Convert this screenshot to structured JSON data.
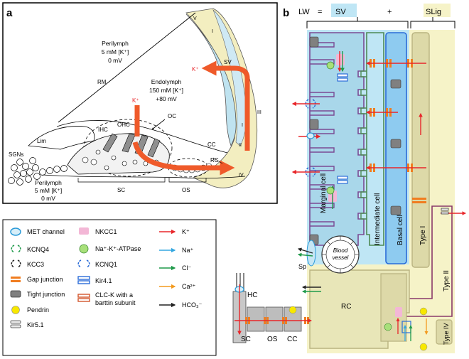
{
  "panel_a": {
    "label": "a",
    "regions": {
      "perilymph_top": [
        "Perilymph",
        "5 mM [K⁺]",
        "0 mV"
      ],
      "endolymph": [
        "Endolymph",
        "150 mM [K⁺]",
        "+80 mV"
      ],
      "perilymph_bottom": [
        "Perilymph",
        "5 mM [K⁺]",
        "0 mV"
      ]
    },
    "labels": {
      "rm": "RM",
      "sv": "SV",
      "lim": "Lim",
      "sgns": "SGNs",
      "ihc": "IHC",
      "ohc": "OHC",
      "oc": "OC",
      "cc": "CC",
      "rc": "RC",
      "sc": "SC",
      "os": "OS",
      "k_plus": "K⁺"
    },
    "roman": [
      "V",
      "I",
      "III",
      "I",
      "II",
      "IV"
    ]
  },
  "panel_b": {
    "label": "b",
    "equation": {
      "lw": "LW",
      "eq": "=",
      "sv": "SV",
      "plus": "+",
      "slig": "SLig"
    },
    "cells": {
      "marginal": "Marginal cell",
      "intermediate": "Intermediate cell",
      "basal": "Basal cell",
      "type1": "Type I",
      "type2": "Type II",
      "type4": "Type IV",
      "vessel": [
        "Blood",
        "vessel"
      ],
      "sp": "Sp",
      "rc": "RC",
      "hc": "HC",
      "sc": "SC",
      "os": "OS",
      "cc": "CC"
    }
  },
  "legend": {
    "col1": [
      "MET channel",
      "KCNQ4",
      "KCC3",
      "Gap junction",
      "Tight junction",
      "Pendrin",
      "Kir5.1"
    ],
    "col2": [
      "NKCC1",
      "Na⁺-K⁺-ATPase",
      "KCNQ1",
      "Kir4.1",
      "CLC-K with a",
      "barttin subunit"
    ],
    "col3": [
      "K⁺",
      "Na⁺",
      "Cl⁻",
      "Ca²⁺",
      "HCO₃⁻"
    ]
  },
  "colors": {
    "k": "#e8262a",
    "na": "#34a7e0",
    "cl": "#1f9a4a",
    "ca": "#f39a1e",
    "hco3": "#222222",
    "gap": "#f07d20",
    "sv_blue": "#bfe6f5",
    "slig_yellow": "#f6f3c8",
    "marginal_fill": "#a9d7ea",
    "basal_fill": "#8ecbf0",
    "fibro": "#d9d8a8",
    "purple_line": "#7a4a93",
    "green_line": "#4d8a54",
    "flow": "#ef5a2a"
  }
}
